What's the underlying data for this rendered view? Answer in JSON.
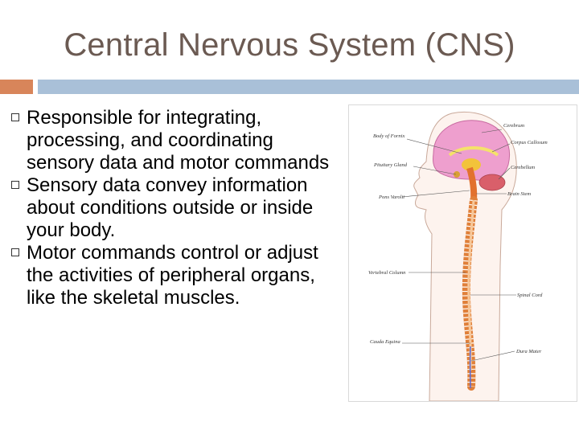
{
  "slide": {
    "title": "Central Nervous System (CNS)",
    "bullets": [
      "Responsible for integrating, processing, and coordinating sensory data and motor commands",
      "Sensory data convey information about conditions outside or inside your body.",
      "Motor commands control or adjust the activities of peripheral organs, like the skeletal muscles."
    ]
  },
  "figure": {
    "labels_left": {
      "body_of_fornix": "Body of Fornix",
      "pituitary_gland": "Pituitary Gland",
      "pons_varolii": "Pons Varolii",
      "vertebral_column": "Vertebral Column",
      "cauda_equina": "Cauda Equina"
    },
    "labels_right": {
      "cerebrum": "Cerebrum",
      "corpus_callosum": "Corpus Callosum",
      "cerebellum": "Cerebellum",
      "brain_stem": "Brain Stem",
      "spinal_cord": "Spinal Cord",
      "dura_mater": "Dura Mater"
    }
  },
  "colors": {
    "title": "#6b5a52",
    "accent_orange": "#d8855a",
    "accent_blue": "#a9c0d8",
    "spine": "#e0803a",
    "brain": "#e9a0c8"
  }
}
